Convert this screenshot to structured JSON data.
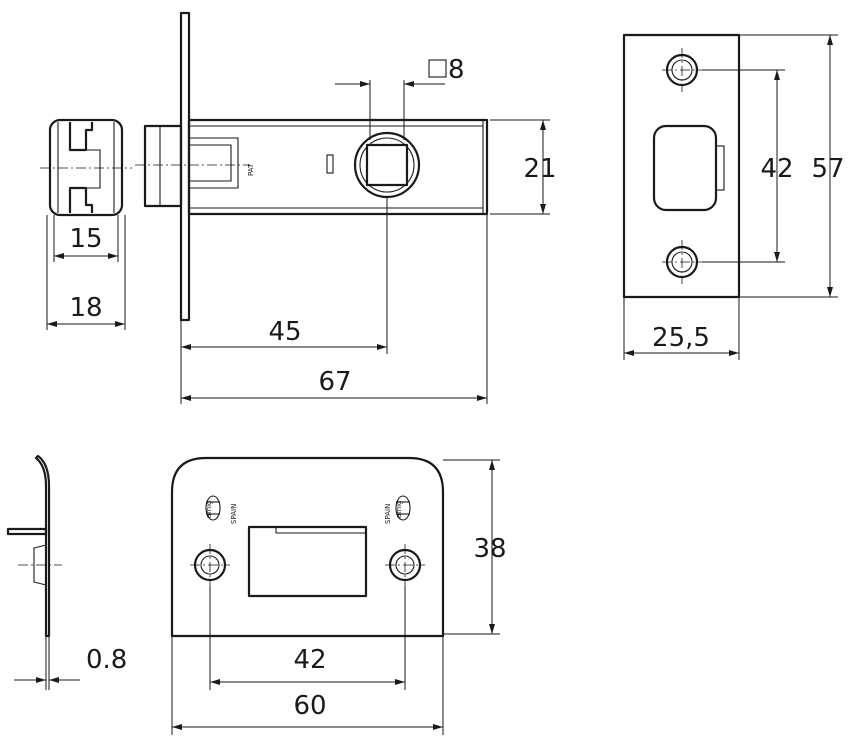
{
  "dimensions": {
    "d15": "15",
    "d18": "18",
    "d45": "45",
    "d67": "67",
    "d21": "21",
    "d8": "8",
    "d42_front": "42",
    "d57": "57",
    "d25_5": "25,5",
    "d0_8": "0.8",
    "d42_strike": "42",
    "d60": "60",
    "d38": "38"
  },
  "markings": {
    "pat": "PAT",
    "spain": "SPAIN",
    "brand": "amig"
  },
  "colors": {
    "line": "#1a1a1a",
    "background": "#ffffff"
  }
}
